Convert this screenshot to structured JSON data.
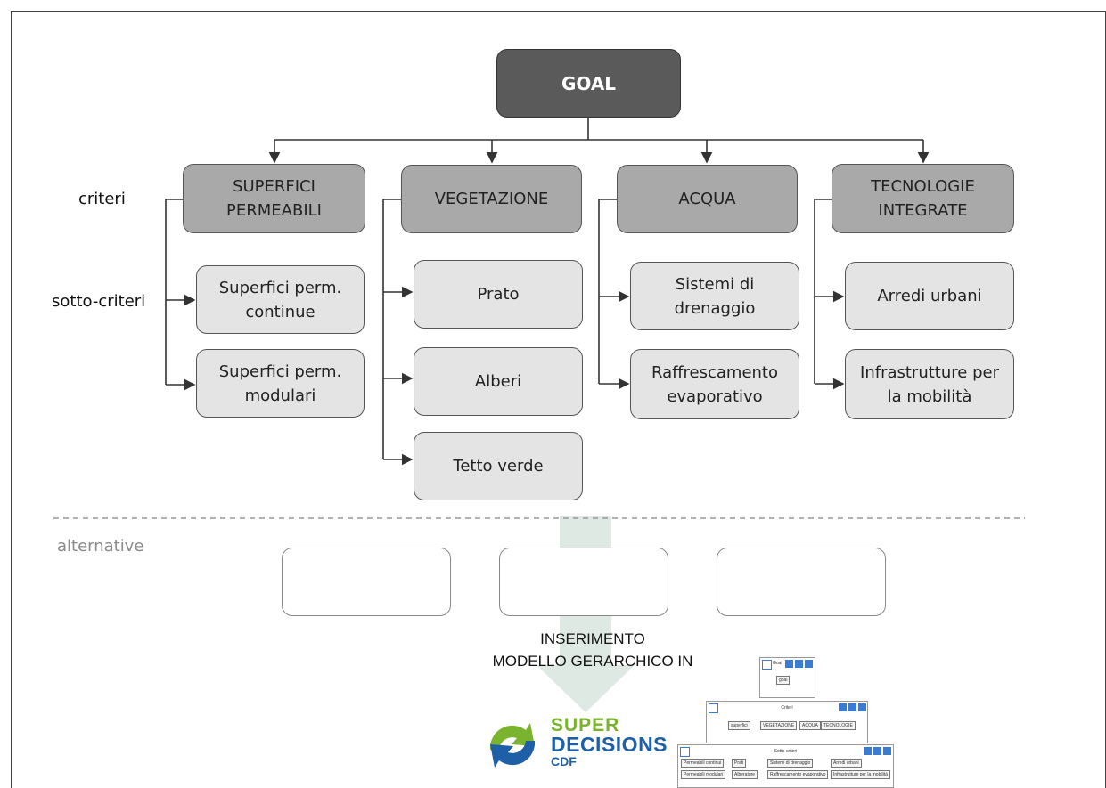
{
  "diagram": {
    "goal": "GOAL",
    "row_labels": {
      "criteria": "criteri",
      "subcriteria": "sotto-criteri",
      "alternatives": "alternative"
    },
    "criteria": [
      {
        "label": "SUPERFICI\nPERMEABILI",
        "subcriteria": [
          "Superfici perm.\ncontinue",
          "Superfici perm.\nmodulari"
        ]
      },
      {
        "label": "VEGETAZIONE",
        "subcriteria": [
          "Prato",
          "Alberi",
          "Tetto verde"
        ]
      },
      {
        "label": "ACQUA",
        "subcriteria": [
          "Sistemi di\ndrenaggio",
          "Raffrescamento\nevaporativo"
        ]
      },
      {
        "label": "TECNOLOGIE\nINTEGRATE",
        "subcriteria": [
          "Arredi urbani",
          "Infrastrutture per\nla mobilità"
        ]
      }
    ],
    "alternatives": [
      "",
      "",
      ""
    ],
    "insert_text": "INSERIMENTO\nMODELLO GERARCHICO  IN"
  },
  "logo": {
    "line1": "SUPER",
    "line2": "DECISIONS",
    "line3": "CDF",
    "green": "#7ab32e",
    "blue": "#1f5fa8"
  },
  "thumbnail": {
    "goal_box": "Goal",
    "goal_node": "goal",
    "criteria_title": "Criteri",
    "criteria_nodes": [
      "superfici",
      "VEGETAZIONE",
      "ACQUA",
      "TECNOLOGIE"
    ],
    "sub_title": "Sotto-criteri",
    "sub_nodes": [
      "Permeabili continui",
      "Permeabili modulari",
      "Prati",
      "Alberature",
      "Sistemi di drenaggio",
      "Raffrescamento evaporativo",
      "Arredi urbani",
      "Infrastrutture per la mobilità"
    ]
  },
  "colors": {
    "goal": "#5a5a5a",
    "criteria": "#a9a9a9",
    "subcriteria": "#e4e4e4",
    "arrow_band": "#dfe9e4"
  }
}
